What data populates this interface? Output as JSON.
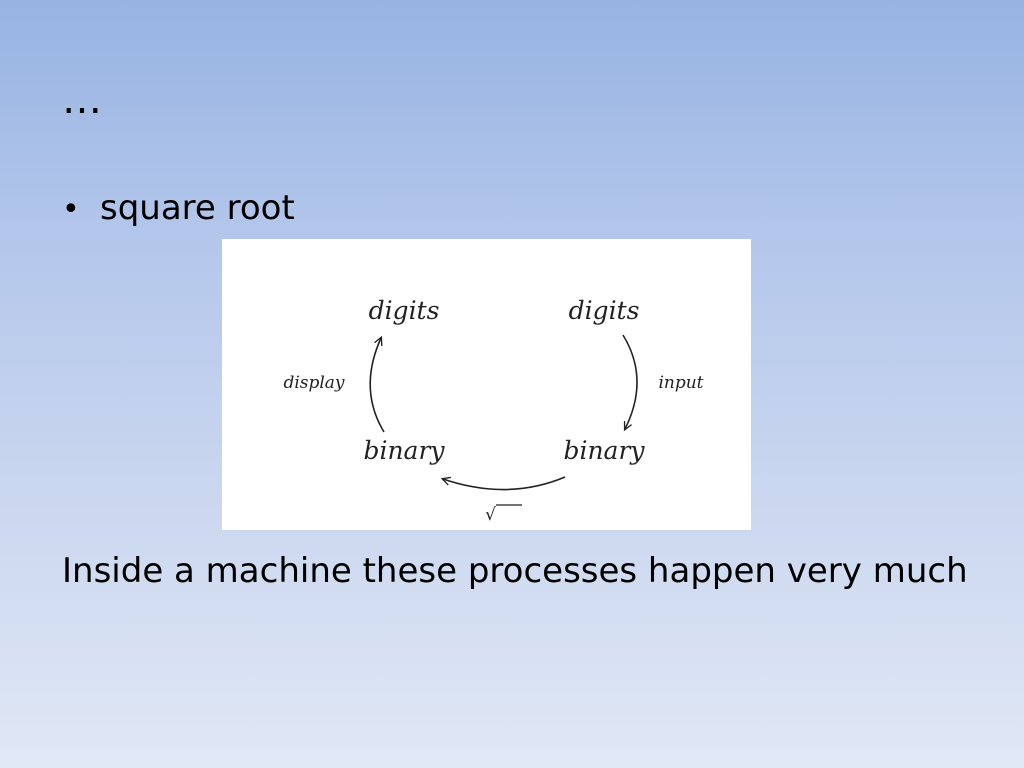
{
  "slide": {
    "title": "…",
    "bullet_text": "square root",
    "body_text": "Inside a machine these processes happen very much"
  },
  "diagram": {
    "nodes": {
      "top_left": "digits",
      "top_right": "digits",
      "bottom_left": "binary",
      "bottom_right": "binary"
    },
    "edges": {
      "left": "display",
      "right": "input",
      "bottom": "√"
    }
  },
  "colors": {
    "background_top": "#96b3e2",
    "background_bottom": "#e1e8f6",
    "figure_background": "#ffffff",
    "text": "#000000"
  }
}
